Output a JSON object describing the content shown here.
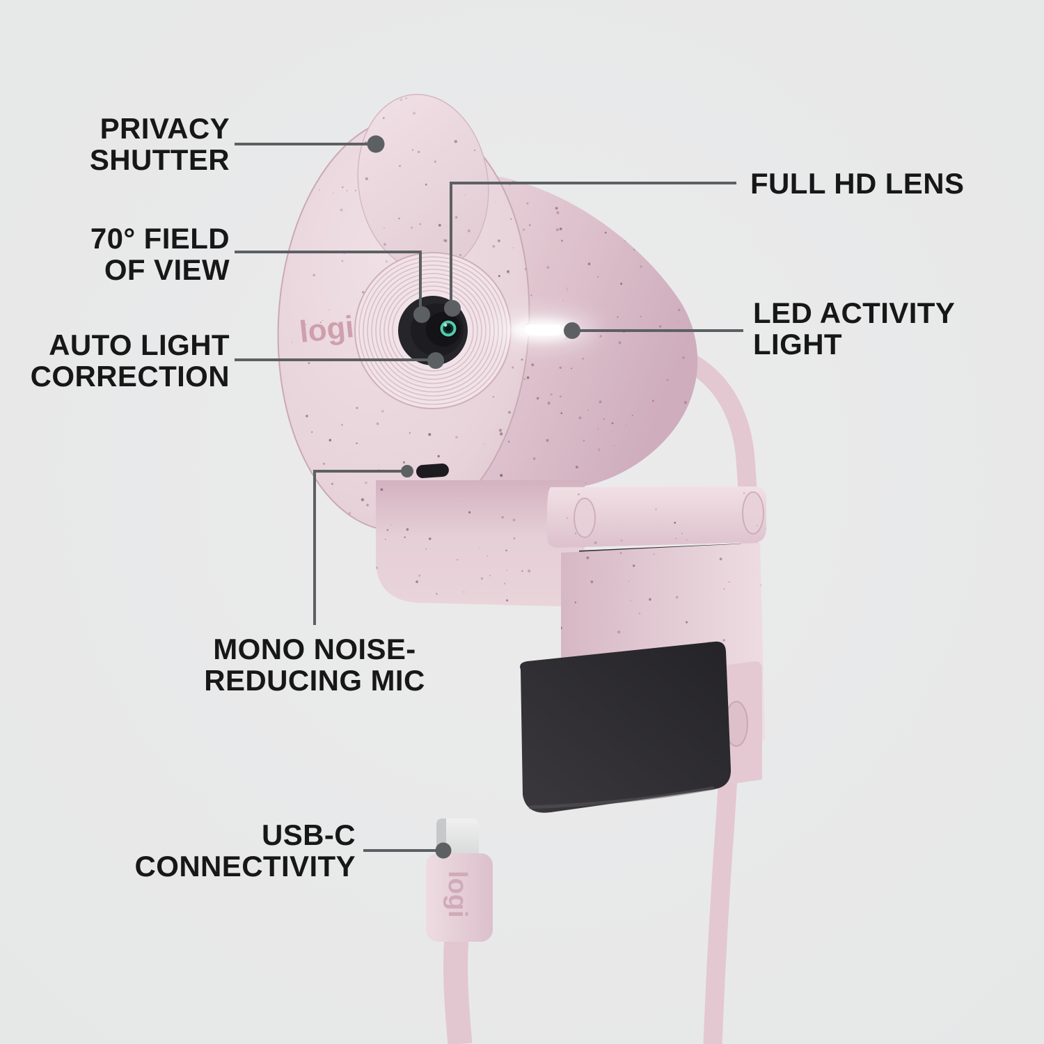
{
  "product": {
    "logo": "logi",
    "name_hint": "webcam feature diagram"
  },
  "callouts": {
    "privacy_shutter": {
      "line1": "PRIVACY",
      "line2": "SHUTTER"
    },
    "field_of_view": {
      "line1": "70° FIELD",
      "line2": "OF VIEW"
    },
    "auto_light": {
      "line1": "AUTO LIGHT",
      "line2": "CORRECTION"
    },
    "full_hd_lens": {
      "line1": "FULL HD LENS"
    },
    "led_activity": {
      "line1": "LED ACTIVITY",
      "line2": "LIGHT"
    },
    "mono_mic": {
      "line1": "MONO NOISE-",
      "line2": "REDUCING MIC"
    },
    "usb_c": {
      "line1": "USB-C",
      "line2": "CONNECTIVITY"
    }
  },
  "colors": {
    "background": "#e9eaea",
    "body_rose": "#e6d0d8",
    "body_rose_shadow": "#d5b7c3",
    "lens_black": "#1a191d",
    "lens_glass_teal": "#57c9ad",
    "led_white": "#ffffff",
    "clip_pad_black": "#2c2b2f",
    "callout_line": "#5c6063",
    "label_text": "#171717",
    "logo_rose": "#cf9fae"
  }
}
